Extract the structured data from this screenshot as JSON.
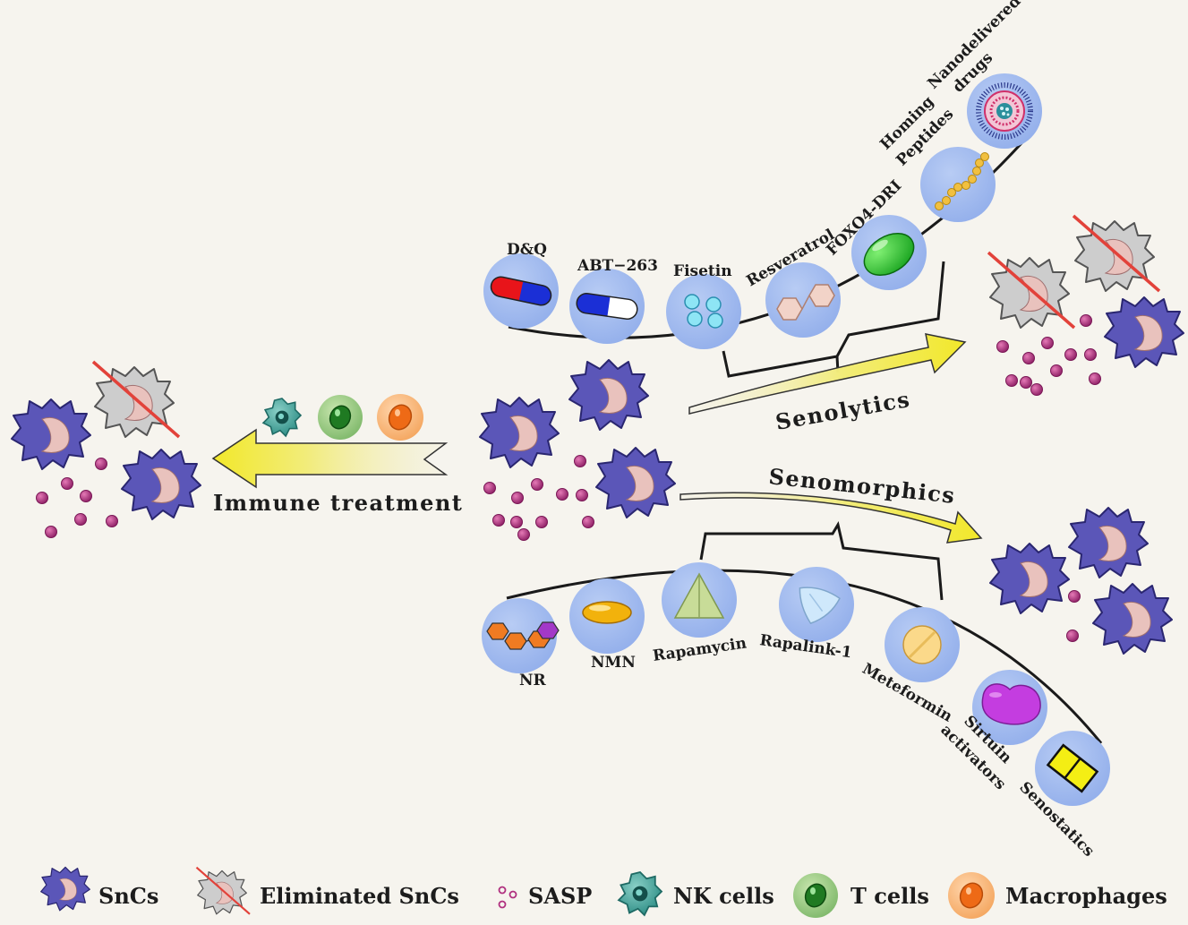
{
  "colors": {
    "background": "#f6f4ee",
    "snc_fill": "#5b56b8",
    "snc_nucleus": "#e9c2bd",
    "eliminated_fill": "#cdcdcd",
    "cross_line": "#e2423a",
    "sasp": "#b0307f",
    "bubble": "#9fb9ee",
    "arrow_yellow": "#f0ea2c"
  },
  "treatments": {
    "immune": "Immune treatment",
    "senolytics": "Senolytics",
    "senomorphics": "Senomorphics"
  },
  "senolytics": [
    {
      "label": "D&Q",
      "icon": "red-blue-capsule-icon"
    },
    {
      "label": "ABT−263",
      "icon": "blue-white-capsule-icon"
    },
    {
      "label": "Fisetin",
      "icon": "four-dots-icon"
    },
    {
      "label": "Resveratrol",
      "icon": "molecule-icon"
    },
    {
      "label": "FOXO4-DRI",
      "icon": "green-oval-pill-icon"
    },
    {
      "label": "Homing Peptides",
      "line1": "Homing",
      "line2": "Peptides",
      "icon": "bead-chain-icon"
    },
    {
      "label": "Nanodelivered drugs",
      "line1": "Nanodelivered",
      "line2": "drugs",
      "icon": "nanoparticle-icon"
    }
  ],
  "senomorphics": [
    {
      "label": "NR",
      "icon": "hexagon-molecule-icon"
    },
    {
      "label": "NMN",
      "icon": "softgel-icon"
    },
    {
      "label": "Rapamycin",
      "icon": "triangle-tablet-icon"
    },
    {
      "label": "Rapalink-1",
      "icon": "rounded-triangle-tablet-icon"
    },
    {
      "label": "Meteformin",
      "icon": "round-tablet-icon"
    },
    {
      "label": "Sirtuin activators",
      "line1": "Sirtuin",
      "line2": "activators",
      "icon": "bean-pill-icon"
    },
    {
      "label": "Senostatics",
      "icon": "square-tablet-icon"
    }
  ],
  "legend": [
    {
      "label": "SnCs",
      "icon": "senescent-cell-icon"
    },
    {
      "label": "Eliminated SnCs",
      "icon": "eliminated-cell-icon"
    },
    {
      "label": "SASP",
      "icon": "sasp-dots-icon"
    },
    {
      "label": "NK cells",
      "icon": "nk-cell-icon"
    },
    {
      "label": "T cells",
      "icon": "t-cell-icon"
    },
    {
      "label": "Macrophages",
      "icon": "macrophage-icon"
    }
  ]
}
